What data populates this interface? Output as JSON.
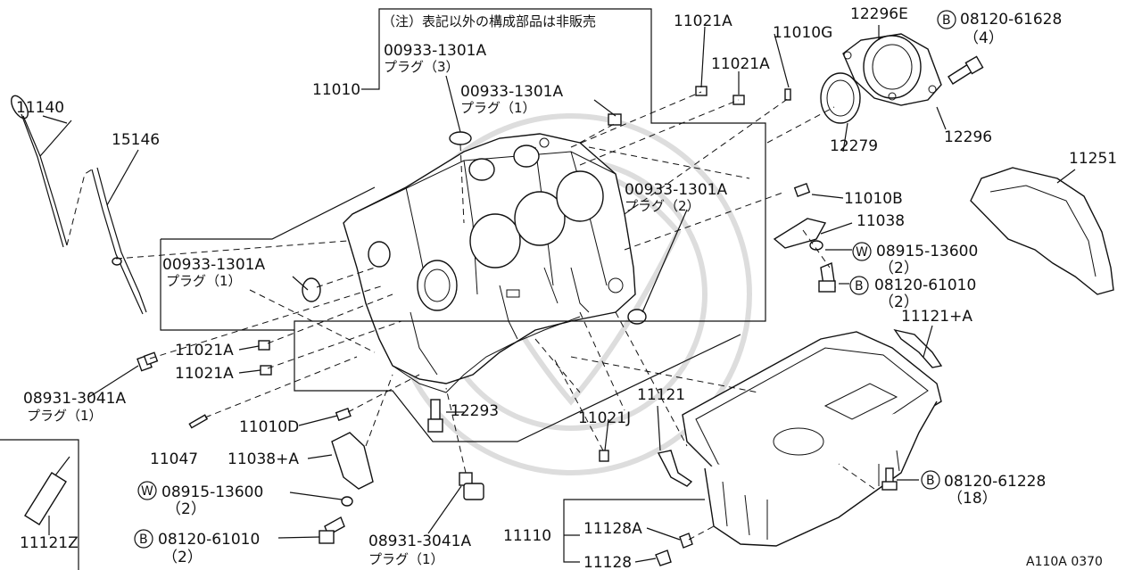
{
  "diagram": {
    "note": "（注）表記以外の構成部品は非販売",
    "ref_code": "A110A 0370",
    "labels": {
      "p11140": "11140",
      "p15146": "15146",
      "p11010": "11010",
      "plug_a_part": "00933-1301A",
      "plug_a_qty": "プラグ（3）",
      "plug_b_part": "00933-1301A",
      "plug_b_qty": "プラグ（1）",
      "p11021a_1": "11021A",
      "p11021a_2": "11021A",
      "p11010g": "11010G",
      "p12296e": "12296E",
      "bolt_top_part": "08120-61628",
      "bolt_top_qty": "（4）",
      "p12296": "12296",
      "p12279": "12279",
      "p11251": "11251",
      "plug_c_part": "00933-1301A",
      "plug_c_qty": "プラグ（2）",
      "p11010b": "11010B",
      "p11038": "11038",
      "washer_r_part": "08915-13600",
      "washer_r_qty": "（2）",
      "bolt_r_part": "08120-61010",
      "bolt_r_qty": "（2）",
      "plug_d_part": "00933-1301A",
      "plug_d_qty": "プラグ（1）",
      "p11121a": "11121+A",
      "p11021a_3": "11021A",
      "p11021a_4": "11021A",
      "drain_l_part": "08931-3041A",
      "drain_l_qty": "プラグ（1）",
      "p12293": "12293",
      "p11010d": "11010D",
      "p11021j": "11021J",
      "p11121": "11121",
      "p11047": "11047",
      "p11038a": "11038+A",
      "washer_l_part": "08915-13600",
      "washer_l_qty": "（2）",
      "bolt_l_part": "08120-61010",
      "bolt_l_qty": "（2）",
      "drain_c_part": "08931-3041A",
      "drain_c_qty": "プラグ（1）",
      "p11110": "11110",
      "p11128a": "11128A",
      "p11128": "11128",
      "bolt_pan_part": "08120-61228",
      "bolt_pan_qty": "（18）",
      "p11121z": "11121Z",
      "badge_b": "B",
      "badge_w": "W"
    }
  }
}
